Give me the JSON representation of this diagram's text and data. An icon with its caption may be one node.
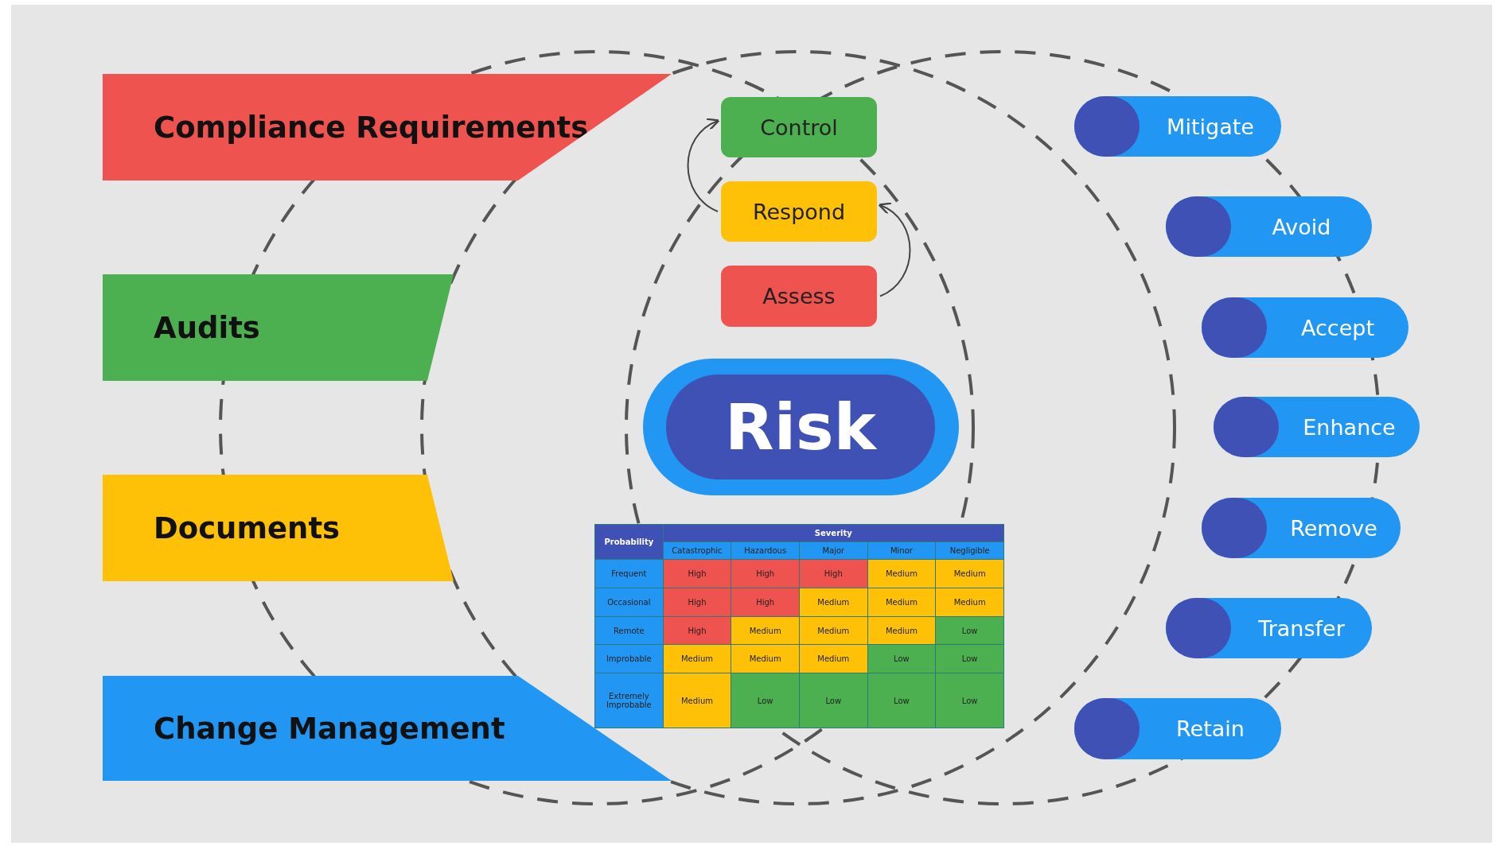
{
  "diagram": {
    "nodes": [
      {
        "text": [
          "Compliance Requirements"
        ]
      },
      {
        "text": [
          "Audits"
        ]
      },
      {
        "text": [
          "Documents"
        ]
      },
      {
        "text": [
          "Change Management"
        ]
      },
      {
        "text": [
          "Control"
        ]
      },
      {
        "text": [
          "Respond"
        ]
      },
      {
        "text": [
          "Assess"
        ]
      },
      {
        "text": [
          "Risk"
        ]
      },
      {
        "text": [
          "Mitigate"
        ]
      },
      {
        "text": [
          "Avoid"
        ]
      },
      {
        "text": [
          "Accept"
        ]
      },
      {
        "text": [
          "Enhance"
        ]
      },
      {
        "text": [
          "Remove"
        ]
      },
      {
        "text": [
          "Transfer"
        ]
      },
      {
        "text": [
          "Retain"
        ]
      }
    ],
    "edges": [
      {
        "from": 6,
        "to": 5,
        "arrow": "to"
      },
      {
        "from": 5,
        "to": 4,
        "arrow": "to"
      }
    ],
    "labels": [
      "Probability",
      "Severity",
      "Catastrophic",
      "Hazardous",
      "Major",
      "Minor",
      "Negligible",
      "Frequent",
      "High",
      "High",
      "High",
      "Medium",
      "Medium",
      "Occasional",
      "High",
      "High",
      "Medium",
      "Medium",
      "Medium",
      "Remote",
      "High",
      "Medium",
      "Medium",
      "Medium",
      "Low",
      "Improbable",
      "Medium",
      "Medium",
      "Medium",
      "Low",
      "Low",
      "Extremely Improbable",
      "Medium",
      "Low",
      "Low",
      "Low",
      "Low"
    ]
  }
}
